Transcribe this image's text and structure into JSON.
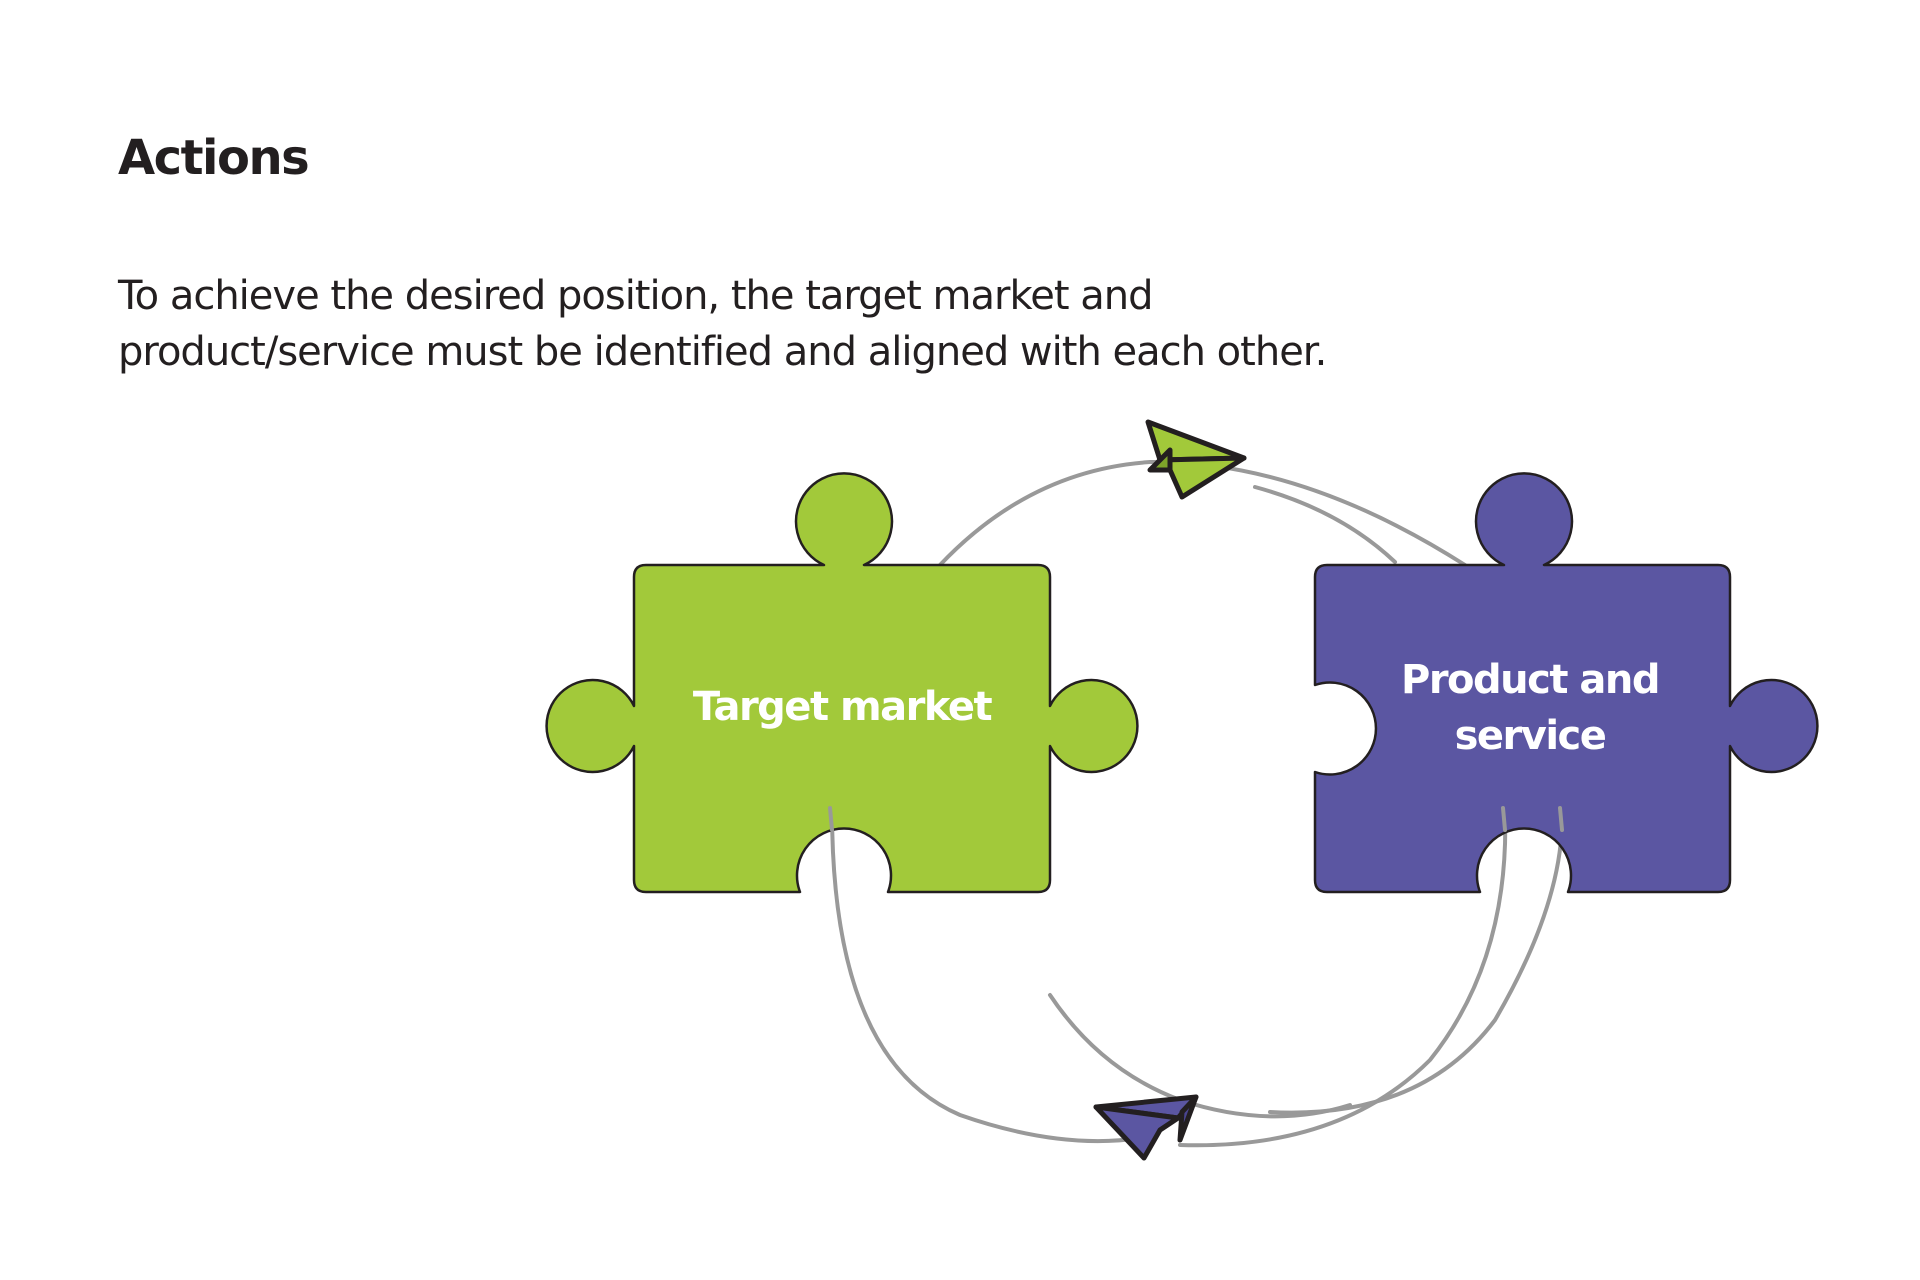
{
  "title": "Actions",
  "intro": {
    "line1": "To achieve the desired position, the target market and",
    "line2": "product/service must be identified and aligned with each other."
  },
  "diagram": {
    "left_piece": {
      "label": "Target market",
      "color": "#a2c93a"
    },
    "right_piece": {
      "label_line1": "Product and",
      "label_line2": "service",
      "color": "#5b56a2"
    },
    "arrow_color": "#999999",
    "outline_color": "#231f20",
    "icons": [
      "paper-plane-icon-green",
      "paper-plane-icon-purple"
    ]
  }
}
